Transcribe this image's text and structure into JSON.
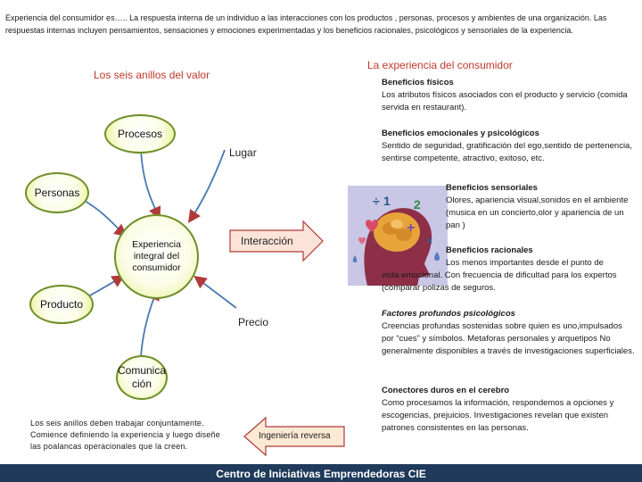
{
  "intro": "Experiencia del consumidor es….. La respuesta interna de un individuo a las interacciones con los productos , personas, procesos y ambientes de una organización. Las respuestas internas incluyen pensamientos, sensaciones y emociones experimentadas y los beneficios racionales, psicológicos y sensoriales de la experiencia.",
  "left": {
    "title": "Los seis anillos del valor",
    "circles": {
      "procesos": "Procesos",
      "personas": "Personas",
      "experiencia": "Experiencia integral del consumidor",
      "producto": "Producto",
      "comunicacion": "Comunica ción"
    },
    "labels": {
      "lugar": "Lugar",
      "precio": "Precio",
      "interaccion": "Interacción",
      "ingenieria": "Ingeniería reversa"
    },
    "note": "Los seis anillos deben trabajar conjuntamente. Comience definiendo la experiencia y luego diseñe las poalancas operacionales que la creen."
  },
  "right": {
    "title": "La experiencia del consumidor",
    "beneficios_fisicos": {
      "title": "Beneficios físicos",
      "body": "Los atributos físicos asociados con el producto y servicio (comida servida en restaurant)."
    },
    "beneficios_emocionales": {
      "title": "Beneficios emocionales y psicológicos",
      "body": "Sentido de seguridad, gratificación del ego,sentido de pertenencia, sentirse competente, atractivo, exitoso, etc."
    },
    "beneficios_sensoriales": {
      "title": "Beneficios sensoriales",
      "body": "Olores, apariencia visual,sonidos en el ambiente (musica en un concierto,olor y apariencia de un pan )"
    },
    "beneficios_racionales": {
      "title": "Beneficios racionales",
      "body1": "Los menos importantes desde el punto de",
      "body2": "vista emocional. Con frecuencia de dificultad para los expertos (comparar polizas de seguros."
    },
    "factores": {
      "title": "Factores profundos psicológicos",
      "body": "Creencias profundas sostenidas sobre quien es uno,impulsados por “cues” y símbolos. Metaforas personales y arquetipos No generalmente disponibles a través de investigaciones superficiales."
    },
    "conectores": {
      "title": "Conectores duros en el cerebro",
      "body": "Como procesamos la información, respondemos a opciones y escogencias, prejuicios. Investigaciones revelan que existen patrones consistentes en las personas."
    },
    "image_digits": [
      "1",
      "2"
    ]
  },
  "footer": "Centro de Iniciativas Emprendedoras CIE",
  "colors": {
    "accent_red": "#c0392b",
    "ring_green": "#6e8f2a",
    "arrow_red": "#b03a3a",
    "footer_navy": "#1f3a5a"
  }
}
